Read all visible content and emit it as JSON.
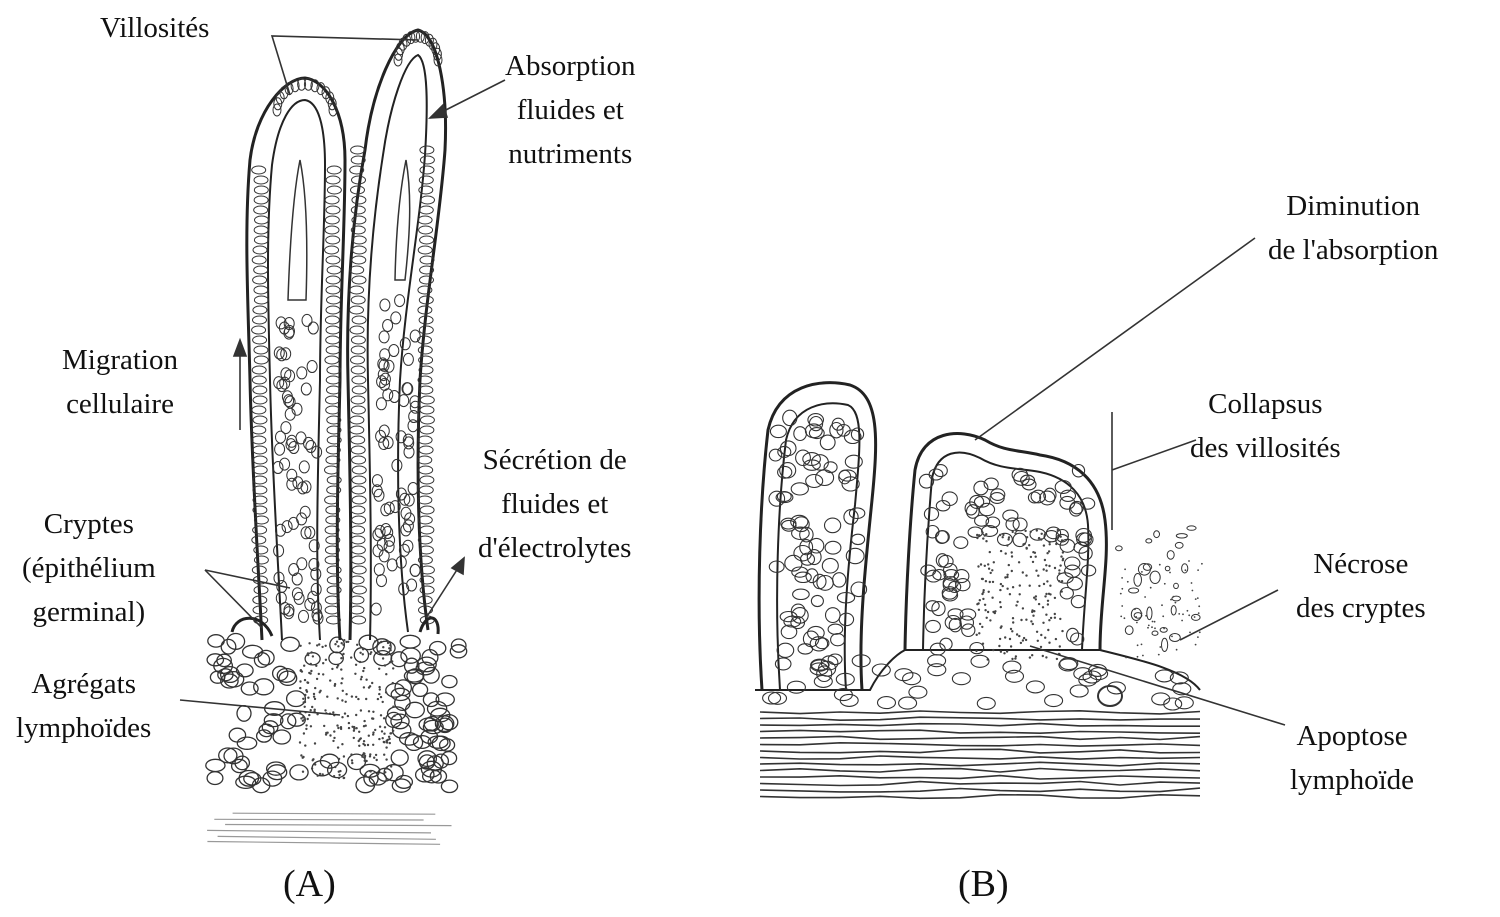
{
  "panel_a": {
    "caption": "(A)",
    "labels": {
      "villi": [
        "Villosités"
      ],
      "absorption": [
        "Absorption",
        "fluides et",
        "nutriments"
      ],
      "migration": [
        "Migration",
        "cellulaire"
      ],
      "secretion": [
        "Sécrétion de",
        "fluides et",
        "d'électrolytes"
      ],
      "crypts": [
        "Cryptes",
        "(épithélium",
        "germinal)"
      ],
      "lymphoid": [
        "Agrégats",
        "lymphoïdes"
      ]
    }
  },
  "panel_b": {
    "caption": "(B)",
    "labels": {
      "absorption_decrease": [
        "Diminution",
        "de l'absorption"
      ],
      "villi_collapse": [
        "Collapsus",
        "des villosités"
      ],
      "crypt_necrosis": [
        "Nécrose",
        "des cryptes"
      ],
      "lymphoid_apoptosis": [
        "Apoptose",
        "lymphoïde"
      ]
    }
  }
}
